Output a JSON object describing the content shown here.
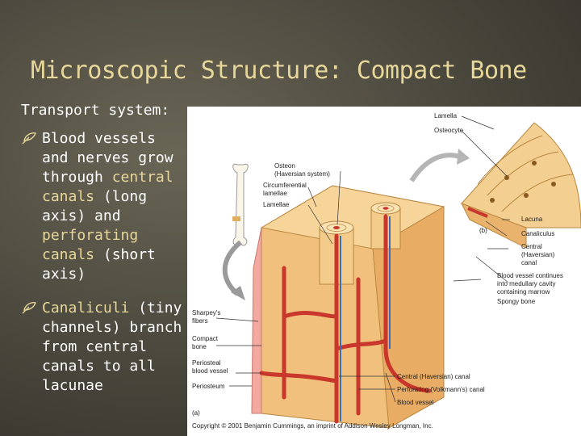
{
  "slide": {
    "title": "Microscopic Structure:  Compact Bone",
    "heading": "Transport system:",
    "bullets": [
      {
        "segments": [
          {
            "text": "Blood vessels and nerves grow through ",
            "highlight": false
          },
          {
            "text": "central canals",
            "highlight": true
          },
          {
            "text": " (long axis) and ",
            "highlight": false
          },
          {
            "text": "perforating canals",
            "highlight": true
          },
          {
            "text": " (short axis)",
            "highlight": false
          }
        ]
      },
      {
        "segments": [
          {
            "text": "Canaliculi",
            "highlight": true
          },
          {
            "text": " (tiny channels) branch from central canals to all lacunae",
            "highlight": false
          }
        ]
      }
    ]
  },
  "figure": {
    "labels": {
      "lamella": "Lamella",
      "osteocyte": "Osteocyte",
      "osteon": "Osteon",
      "haversian_system": "(Haversian system)",
      "circumferential": "Circumferential",
      "lamellae_1": "lamellae",
      "lamellae_2": "Lamellae",
      "part_b": "(b)",
      "lacuna": "Lacuna",
      "canaliculus": "Canaliculus",
      "central": "Central",
      "haversian": "(Haversian)",
      "canal": "canal",
      "bv_continues_1": "Blood vessel continues",
      "bv_continues_2": "into medullary cavity",
      "bv_continues_3": "containing marrow",
      "spongy_bone": "Spongy bone",
      "sharpeys_1": "Sharpey's",
      "sharpeys_2": "fibers",
      "compact_1": "Compact",
      "compact_2": "bone",
      "periosteal_1": "Periosteal",
      "periosteal_2": "blood vessel",
      "periosteum": "Periosteum",
      "central_canal": "Central (Haversian) canal",
      "perforating_canal": "Perforating (Volkmann's) canal",
      "blood_vessel": "Blood vessel",
      "part_a": "(a)",
      "copyright": "Copyright © 2001 Benjamin Cummings, an imprint of Addison Wesley Longman, Inc."
    }
  },
  "colors": {
    "accent": "#e7d79a",
    "text": "#ffffff",
    "bone": "#f1c987",
    "vessel_red": "#c9362b"
  }
}
